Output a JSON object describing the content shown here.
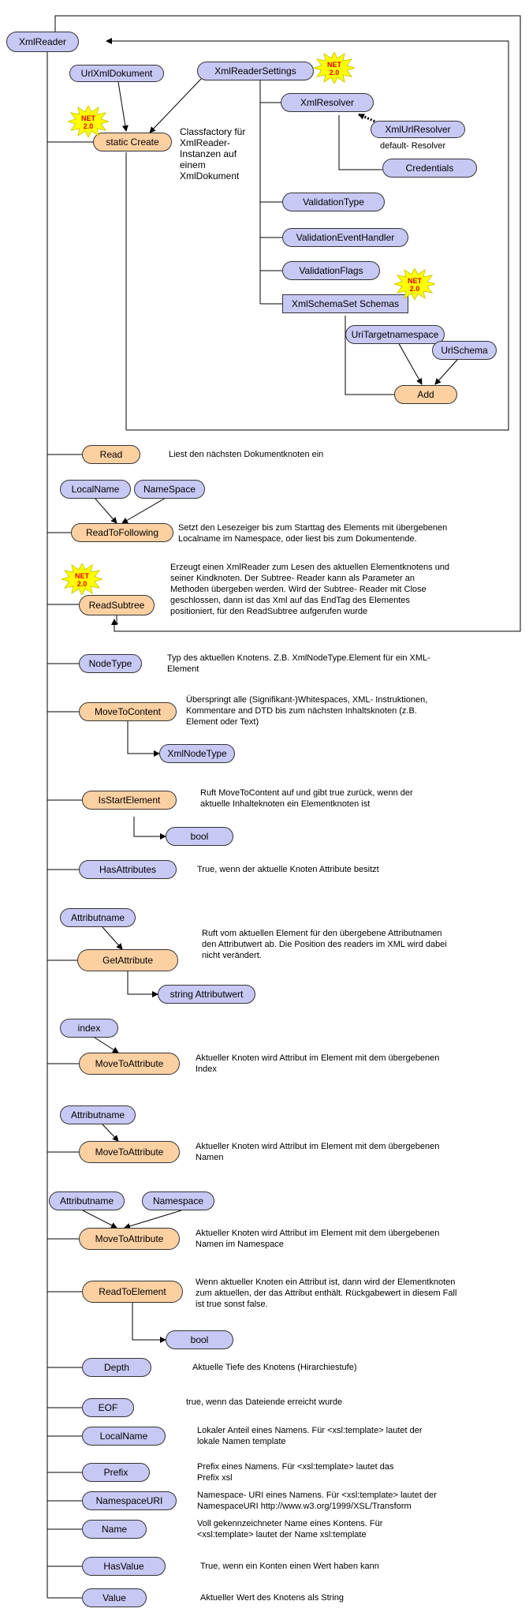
{
  "badge": {
    "line1": "NET",
    "line2": "2.0"
  },
  "nodes": {
    "xmlreader": "XmlReader",
    "urlxmldokument": "UrlXmlDokument",
    "xmlreadersettings": "XmlReaderSettings",
    "static_create": "static Create",
    "xmlresolver": "XmlResolver",
    "xmlurlresolver": "XmlUrlResolver",
    "credentials": "Credentials",
    "validationtype": "ValidationType",
    "validationeventhandler": "ValidationEventHandler",
    "validationflags": "ValidationFlags",
    "xmlschemaset": "XmlSchemaSet Schemas",
    "uritargetnamespace": "UriTargetnamespace",
    "urlschema": "UrlSchema",
    "add": "Add",
    "read": "Read",
    "localname_in": "LocalName",
    "namespace_in": "NameSpace",
    "readtofollowing": "ReadToFollowing",
    "readsubtree": "ReadSubtree",
    "nodetype": "NodeType",
    "movetocontent": "MoveToContent",
    "xmlnodetype": "XmlNodeType",
    "isstartelement": "IsStartElement",
    "bool1": "bool",
    "hasattributes": "HasAttributes",
    "attributname1": "Attributname",
    "getattribute": "GetAttribute",
    "stringattributwert": "string Attributwert",
    "index": "index",
    "movetoattribute1": "MoveToAttribute",
    "attributname2": "Attributname",
    "movetoattribute2": "MoveToAttribute",
    "attributname3": "Attributname",
    "namespace3": "Namespace",
    "movetoattribute3": "MoveToAttribute",
    "readtoelement": "ReadToElement",
    "bool2": "bool",
    "depth": "Depth",
    "eof": "EOF",
    "localname": "LocalName",
    "prefix": "Prefix",
    "namespaceuri": "NamespaceURI",
    "name": "Name",
    "hasvalue": "HasValue",
    "value": "Value"
  },
  "texts": {
    "create_desc": [
      "Classfactory für",
      "XmlReader-",
      "Instanzen auf",
      "einem",
      "XmlDokument"
    ],
    "default_resolver": "default- Resolver",
    "read_desc": "Liest den nächsten Dokumentknoten ein",
    "readtofollowing_desc": [
      "Setzt den Lesezeiger bis zum Starttag des Elements mit übergebenen",
      "Localname im Namespace, oder liest bis zum Dokumentende."
    ],
    "readsubtree_desc": [
      "Erzeugt einen XmlReader zum Lesen des aktuellen Elementknotens und",
      "seiner Kindknoten. Der Subtree- Reader kann als Parameter an",
      "Methoden übergeben werden. Wird der Subtree- Reader mit Close",
      "geschlossen, dann ist das Xml auf das EndTag des Elementes",
      "positioniert, für den ReadSubtree aufgerufen wurde"
    ],
    "nodetype_desc": [
      "Typ des aktuellen Knotens. Z.B. XmlNodeType.Element für ein XML-",
      "Element"
    ],
    "movetocontent_desc": [
      "Überspringt alle (Signifikant-)Whitespaces, XML- Instruktionen,",
      "Kommentare and DTD bis zum nächsten Inhaltsknoten (z.B.",
      "Element oder Text)"
    ],
    "isstartelement_desc": [
      "Ruft MoveToContent auf und gibt true zurück, wenn der",
      "aktuelle Inhalteknoten ein Elementknoten ist"
    ],
    "hasattributes_desc": "True, wenn der aktuelle Knoten Attribute besitzt",
    "getattribute_desc": [
      "Ruft vom aktuellen Element für den übergebene Attributnamen",
      "den Attributwert ab. Die Position des readers  im XML wird dabei",
      "nicht verändert."
    ],
    "movetoattribute1_desc": [
      "Aktueller Knoten wird Attribut im Element mit dem übergebenen",
      "Index"
    ],
    "movetoattribute2_desc": [
      "Aktueller Knoten wird Attribut im Element mit dem übergebenen",
      "Namen"
    ],
    "movetoattribute3_desc": [
      "Aktueller Knoten wird Attribut im Element mit dem übergebenen",
      "Namen im Namespace"
    ],
    "readtoelement_desc": [
      "Wenn aktueller Knoten ein Attribut ist, dann wird der Elementknoten",
      "zum aktuellen, der das Attribut enthält. Rückgabewert in diesem Fall",
      "ist true sonst false."
    ],
    "depth_desc": "Aktuelle Tiefe des Knotens (Hirarchiestufe)",
    "eof_desc": "true, wenn das Dateiende erreicht wurde",
    "localname_desc": [
      "Lokaler Anteil eines Namens. Für <xsl:template> lautet der",
      "lokale Namen template"
    ],
    "prefix_desc": [
      "Prefix eines Namens.  Für <xsl:template> lautet das",
      "Prefix xsl"
    ],
    "namespaceuri_desc": [
      "Namespace- URI eines Namens. Für <xsl:template> lautet der",
      "NamespaceURI http://www.w3.org/1999/XSL/Transform"
    ],
    "name_desc": [
      "Voll gekennzeichneter Name eines Kontens. Für",
      "<xsl:template> lautet der Name xsl:template"
    ],
    "hasvalue_desc": "True, wenn ein Konten einen Wert haben kann",
    "value_desc": "Aktueller Wert des Knotens als String"
  }
}
